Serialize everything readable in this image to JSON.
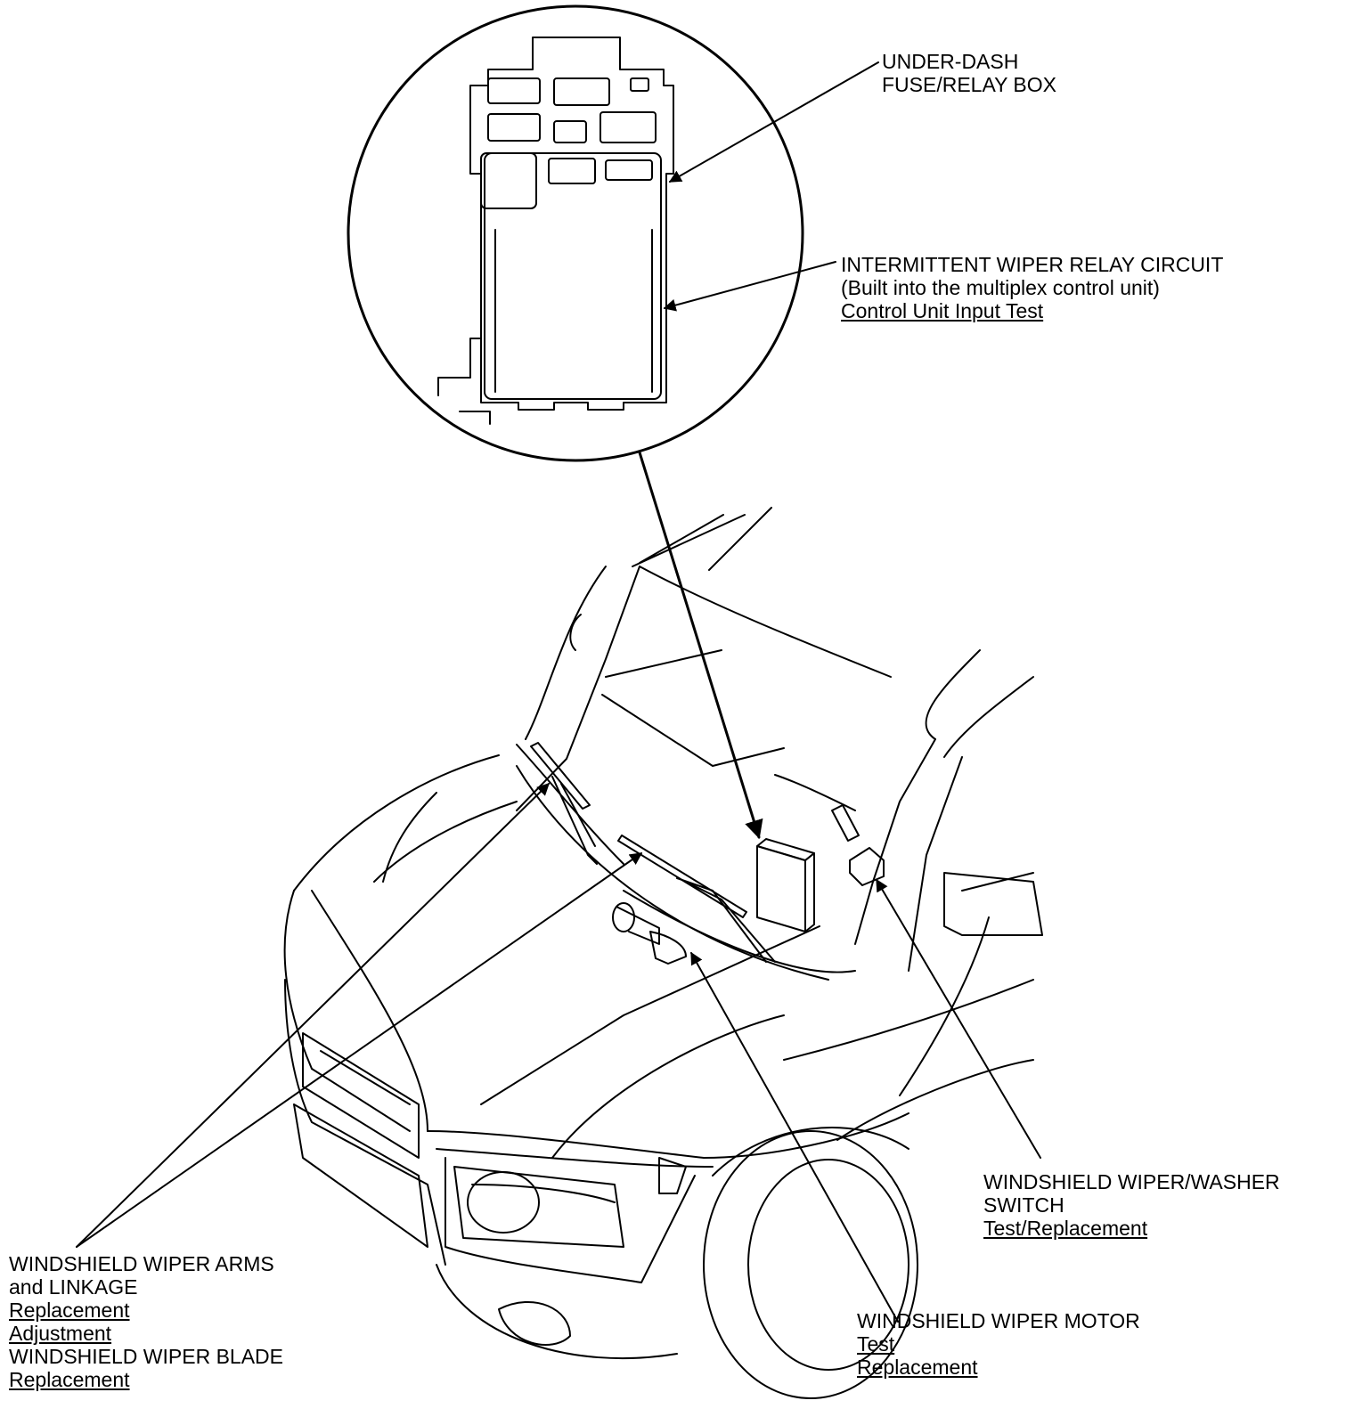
{
  "callouts": {
    "fuse_box": {
      "lines": [
        "UNDER-DASH",
        "FUSE/RELAY BOX"
      ]
    },
    "relay_circuit": {
      "title": "INTERMITTENT WIPER RELAY CIRCUIT",
      "note": "(Built into the multiplex control unit)",
      "links": [
        "Control Unit Input Test"
      ]
    },
    "washer_switch": {
      "lines": [
        "WINDSHIELD WIPER/WASHER",
        "SWITCH"
      ],
      "links": [
        "Test/Replacement"
      ]
    },
    "wiper_motor": {
      "lines": [
        "WINDSHIELD WIPER MOTOR"
      ],
      "links": [
        "Test",
        "Replacement"
      ]
    },
    "arms_blade": {
      "arms_lines": [
        "WINDSHIELD WIPER ARMS",
        "and LINKAGE"
      ],
      "arms_links": [
        "Replacement",
        "Adjustment"
      ],
      "blade_lines": [
        "WINDSHIELD WIPER BLADE"
      ],
      "blade_links": [
        "Replacement"
      ]
    }
  }
}
